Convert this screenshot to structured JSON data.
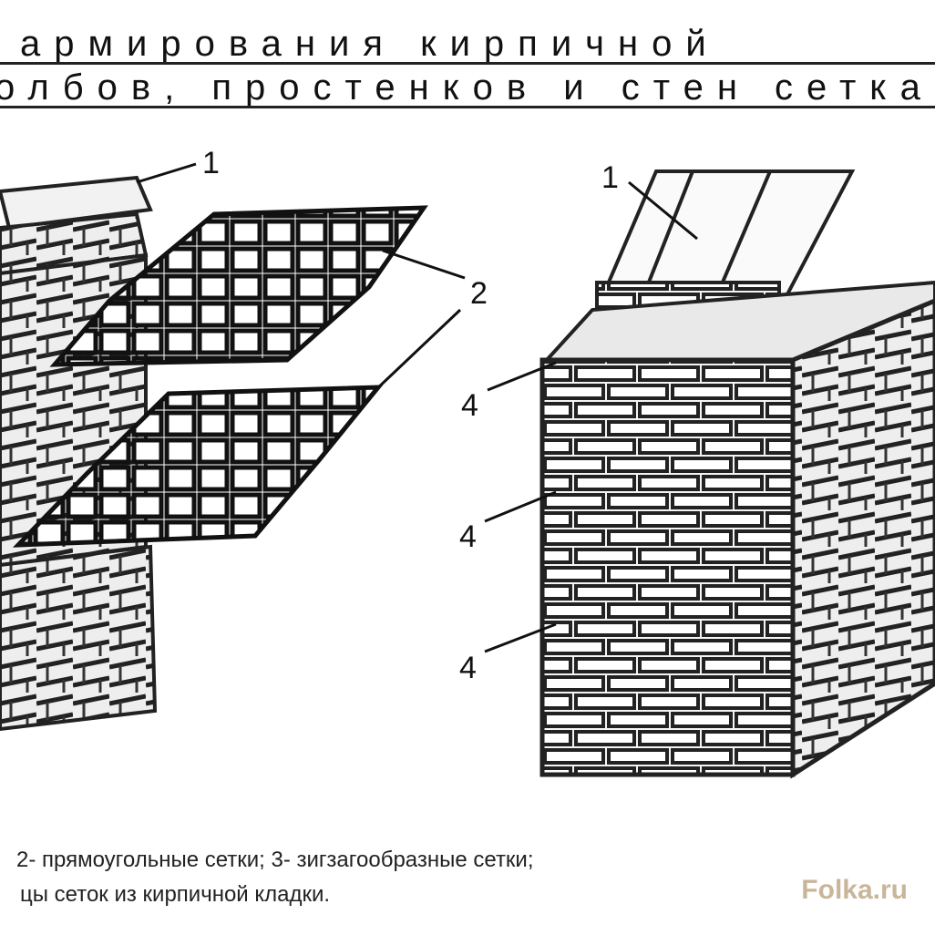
{
  "title": {
    "line1": "армирования кирпичной",
    "line2": "олбов, простенков и стен сеткам"
  },
  "callouts": {
    "left_1": "1",
    "left_2": "2",
    "right_1": "1",
    "right_4a": "4",
    "right_4b": "4",
    "right_4c": "4"
  },
  "caption": {
    "line1": "2- прямоугольные сетки;  3- зигзагообразные сетки;",
    "line2": "цы сеток из кирпичной кладки."
  },
  "watermark": "Folka.ru"
}
